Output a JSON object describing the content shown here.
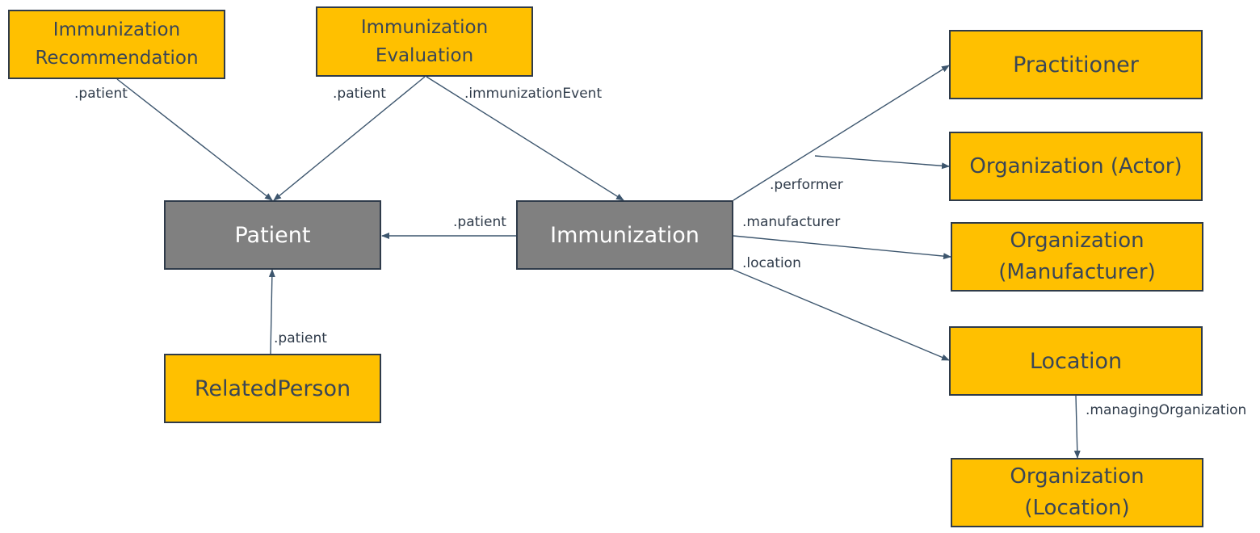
{
  "colors": {
    "node_fill": "#FFC000",
    "core_fill": "#808080",
    "border": "#2f3b4a",
    "edge": "#3d566e",
    "node_text": "#3a4656",
    "core_text": "#ffffff"
  },
  "nodes": {
    "immunization_recommendation": "Immunization\nRecommendation",
    "immunization_evaluation": "Immunization\nEvaluation",
    "patient": "Patient",
    "immunization": "Immunization",
    "related_person": "RelatedPerson",
    "practitioner": "Practitioner",
    "organization_actor": "Organization (Actor)",
    "organization_manufacturer": "Organization\n(Manufacturer)",
    "location": "Location",
    "organization_location": "Organization\n(Location)"
  },
  "edges": {
    "recommendation_patient": ".patient",
    "evaluation_patient": ".patient",
    "evaluation_immunization_event": ".immunizationEvent",
    "immunization_patient": ".patient",
    "related_person_patient": ".patient",
    "immunization_performer": ".performer",
    "immunization_manufacturer": ".manufacturer",
    "immunization_location": ".location",
    "location_managing_organization": ".managingOrganization"
  }
}
